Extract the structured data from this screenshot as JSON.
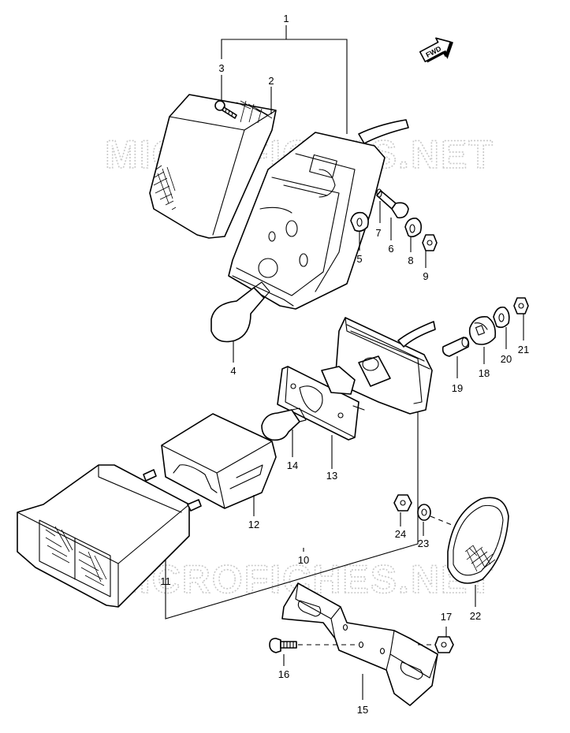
{
  "watermark": {
    "text_top": "MICROFICHES.NET",
    "text_bottom": "MICROFICHES.NET"
  },
  "direction_badge": {
    "label": "FWD"
  },
  "callouts": [
    {
      "id": "1",
      "label": "1"
    },
    {
      "id": "2",
      "label": "2"
    },
    {
      "id": "3",
      "label": "3"
    },
    {
      "id": "4",
      "label": "4"
    },
    {
      "id": "5",
      "label": "5"
    },
    {
      "id": "6",
      "label": "6"
    },
    {
      "id": "7",
      "label": "7"
    },
    {
      "id": "8",
      "label": "8"
    },
    {
      "id": "9",
      "label": "9"
    },
    {
      "id": "10",
      "label": "10"
    },
    {
      "id": "11",
      "label": "11"
    },
    {
      "id": "12",
      "label": "12"
    },
    {
      "id": "13",
      "label": "13"
    },
    {
      "id": "14",
      "label": "14"
    },
    {
      "id": "15",
      "label": "15"
    },
    {
      "id": "16",
      "label": "16"
    },
    {
      "id": "17",
      "label": "17"
    },
    {
      "id": "18",
      "label": "18"
    },
    {
      "id": "19",
      "label": "19"
    },
    {
      "id": "20",
      "label": "20"
    },
    {
      "id": "21",
      "label": "21"
    },
    {
      "id": "22",
      "label": "22"
    },
    {
      "id": "23",
      "label": "23"
    },
    {
      "id": "24",
      "label": "24"
    }
  ]
}
